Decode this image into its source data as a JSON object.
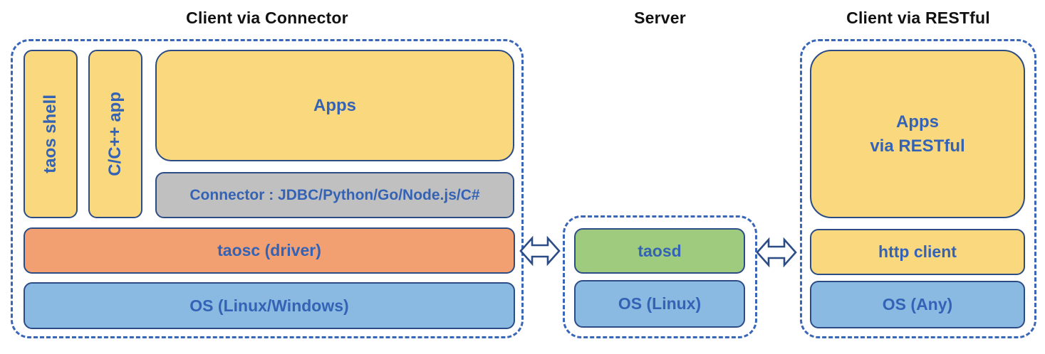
{
  "diagram": {
    "titles": {
      "left": "Client via Connector",
      "middle": "Server",
      "right": "Client via RESTful"
    },
    "left_section": {
      "taos_shell": "taos shell",
      "cpp_app": "C/C++ app",
      "apps": "Apps",
      "connector": "Connector : JDBC/Python/Go/Node.js/C#",
      "taosc": "taosc (driver)",
      "os": "OS (Linux/Windows)"
    },
    "middle_section": {
      "taosd": "taosd",
      "os": "OS (Linux)"
    },
    "right_section": {
      "apps_line1": "Apps",
      "apps_line2": "via RESTful",
      "http_client": "http client",
      "os": "OS (Any)"
    },
    "icons": {
      "left_arrow": "bidirectional-arrow",
      "right_arrow": "bidirectional-arrow"
    },
    "colors": {
      "box_yellow": "#fad87d",
      "box_orange": "#f2a071",
      "box_gray": "#c0c0c0",
      "box_green": "#9ecb7d",
      "box_blue": "#8abae1",
      "box_border": "#2c4c86",
      "dashed_border": "#3a66b8",
      "label_text": "#3463b6",
      "title_text": "#111111",
      "arrow_fill": "#ffffff"
    }
  }
}
